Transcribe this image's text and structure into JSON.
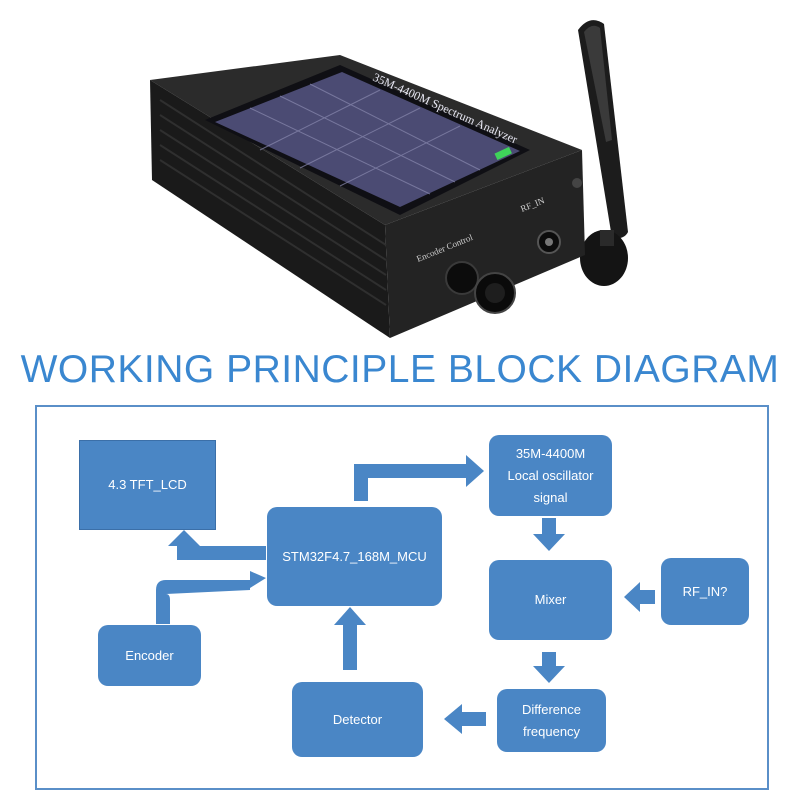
{
  "photo": {
    "screen_title": "35M-4400M Spectrum Analyzer",
    "knob_label": "Encoder Control",
    "port_label": "RF_IN"
  },
  "title": "WORKING PRINCIPLE BLOCK DIAGRAM",
  "blocks": {
    "lcd": "4.3 TFT_LCD",
    "mcu": "STM32F4.7_168M_MCU",
    "lo_line1": "35M-4400M",
    "lo_line2": "Local oscillator",
    "lo_line3": "signal",
    "mixer": "Mixer",
    "rf_in": "RF_IN?",
    "encoder": "Encoder",
    "detector": "Detector",
    "diff_line1": "Difference",
    "diff_line2": "frequency"
  },
  "colors": {
    "block": "#4a86c5",
    "title": "#3a87d0",
    "frame": "#5a8fc8"
  }
}
